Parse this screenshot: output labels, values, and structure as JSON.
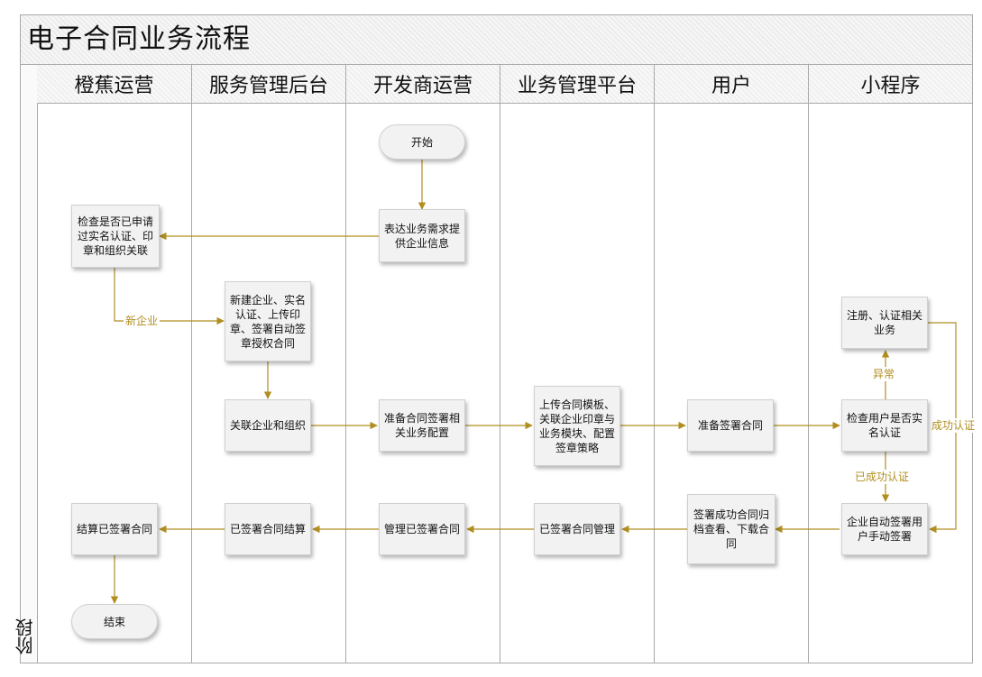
{
  "title": "电子合同业务流程",
  "stage_label": "阶段",
  "lanes": [
    "橙蕉运营",
    "服务管理后台",
    "开发商运营",
    "业务管理平台",
    "用户",
    "小程序"
  ],
  "nodes": {
    "start": "开始",
    "express_needs": "表达业务需求提供企业信息",
    "check_applied": "检查是否已申请过实名认证、印章和组织关联",
    "new_enterprise": "新建企业、实名认证、上传印章、签署自动签章授权合同",
    "link_org": "关联企业和组织",
    "prepare_config": "准备合同签署相关业务配置",
    "upload_template": "上传合同模板、关联企业印章与业务模块、配置签章策略",
    "prepare_sign": "准备签署合同",
    "check_user": "检查用户是否实名认证",
    "register_auth": "注册、认证相关业务",
    "auto_manual_sign": "企业自动签署用户手动签署",
    "sign_success": "签署成功合同归档查看、下载合同",
    "signed_manage_platform": "已签署合同管理",
    "manage_signed": "管理已签署合同",
    "signed_settle": "已签署合同结算",
    "settle_signed": "结算已签署合同",
    "end": "结束"
  },
  "edge_labels": {
    "new_enterprise": "新企业",
    "exception": "异常",
    "auth_success": "成功认证",
    "already_authenticated": "已成功认证"
  },
  "colors": {
    "connector": "#b08e1f",
    "box_fill": "#f2f2f2",
    "grid_line": "#a9a9a9"
  }
}
